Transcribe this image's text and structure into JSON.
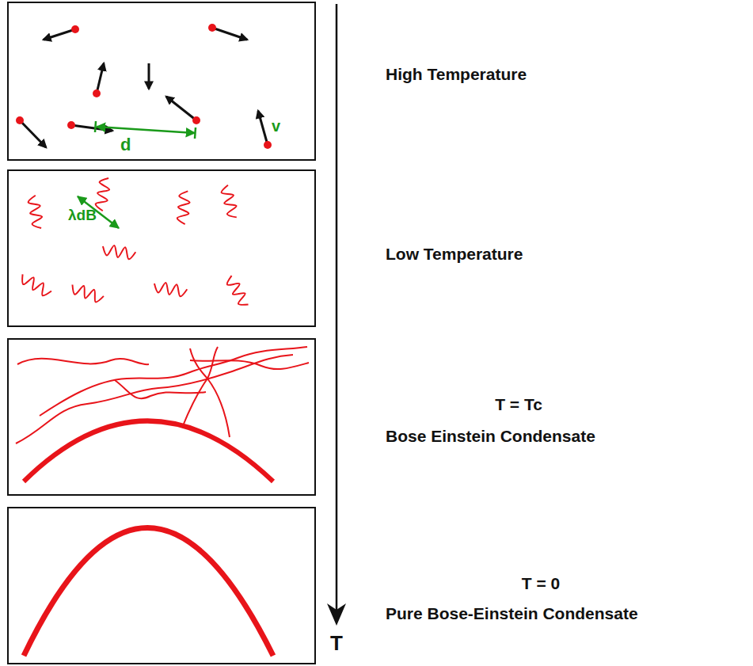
{
  "diagram": {
    "labels": [
      "High Temperature",
      "Low Temperature",
      "T = Tc",
      "Bose Einstein Condensate",
      "T = 0",
      "Pure Bose-Einstein Condensate",
      "T",
      "d",
      "v",
      "λdB"
    ]
  }
}
